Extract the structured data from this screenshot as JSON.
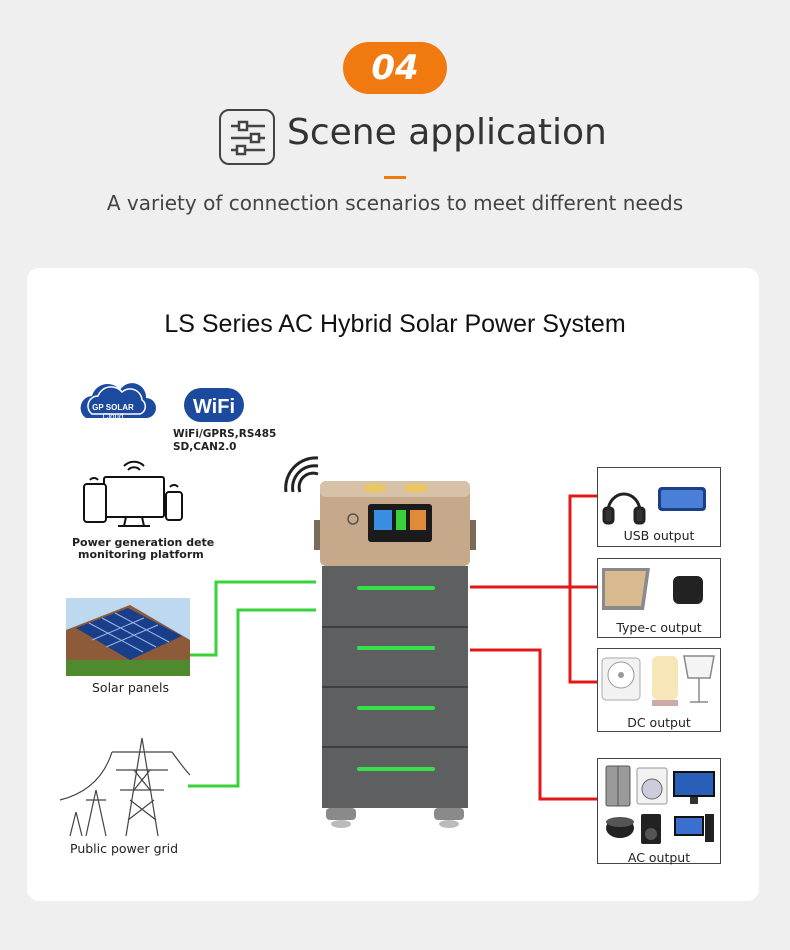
{
  "header": {
    "badge": "04",
    "title": "Scene application",
    "subtitle": "A variety of connection scenarios to meet different needs"
  },
  "diagram": {
    "title": "LS Series AC Hybrid Solar Power System",
    "cloud_logo_text": [
      "GP SOLAR",
      "Cloud"
    ],
    "wifi_logo_text": "WiFi",
    "comm_protocols": [
      "WiFi/GPRS,RS485",
      "SD,CAN2.0"
    ],
    "monitoring_label": [
      "Power generation dete",
      "monitoring platform"
    ],
    "solar_label": "Solar panels",
    "grid_label": "Public power grid",
    "outputs": [
      {
        "label": "USB output"
      },
      {
        "label": "Type-c output"
      },
      {
        "label": "DC output"
      },
      {
        "label": "AC output"
      }
    ],
    "colors": {
      "accent": "#f07a10",
      "input_line": "#3ad23a",
      "output_line": "#e01818",
      "battery_body": "#5e5f61",
      "battery_top": "#c6a98a",
      "led": "#35e04a"
    }
  }
}
